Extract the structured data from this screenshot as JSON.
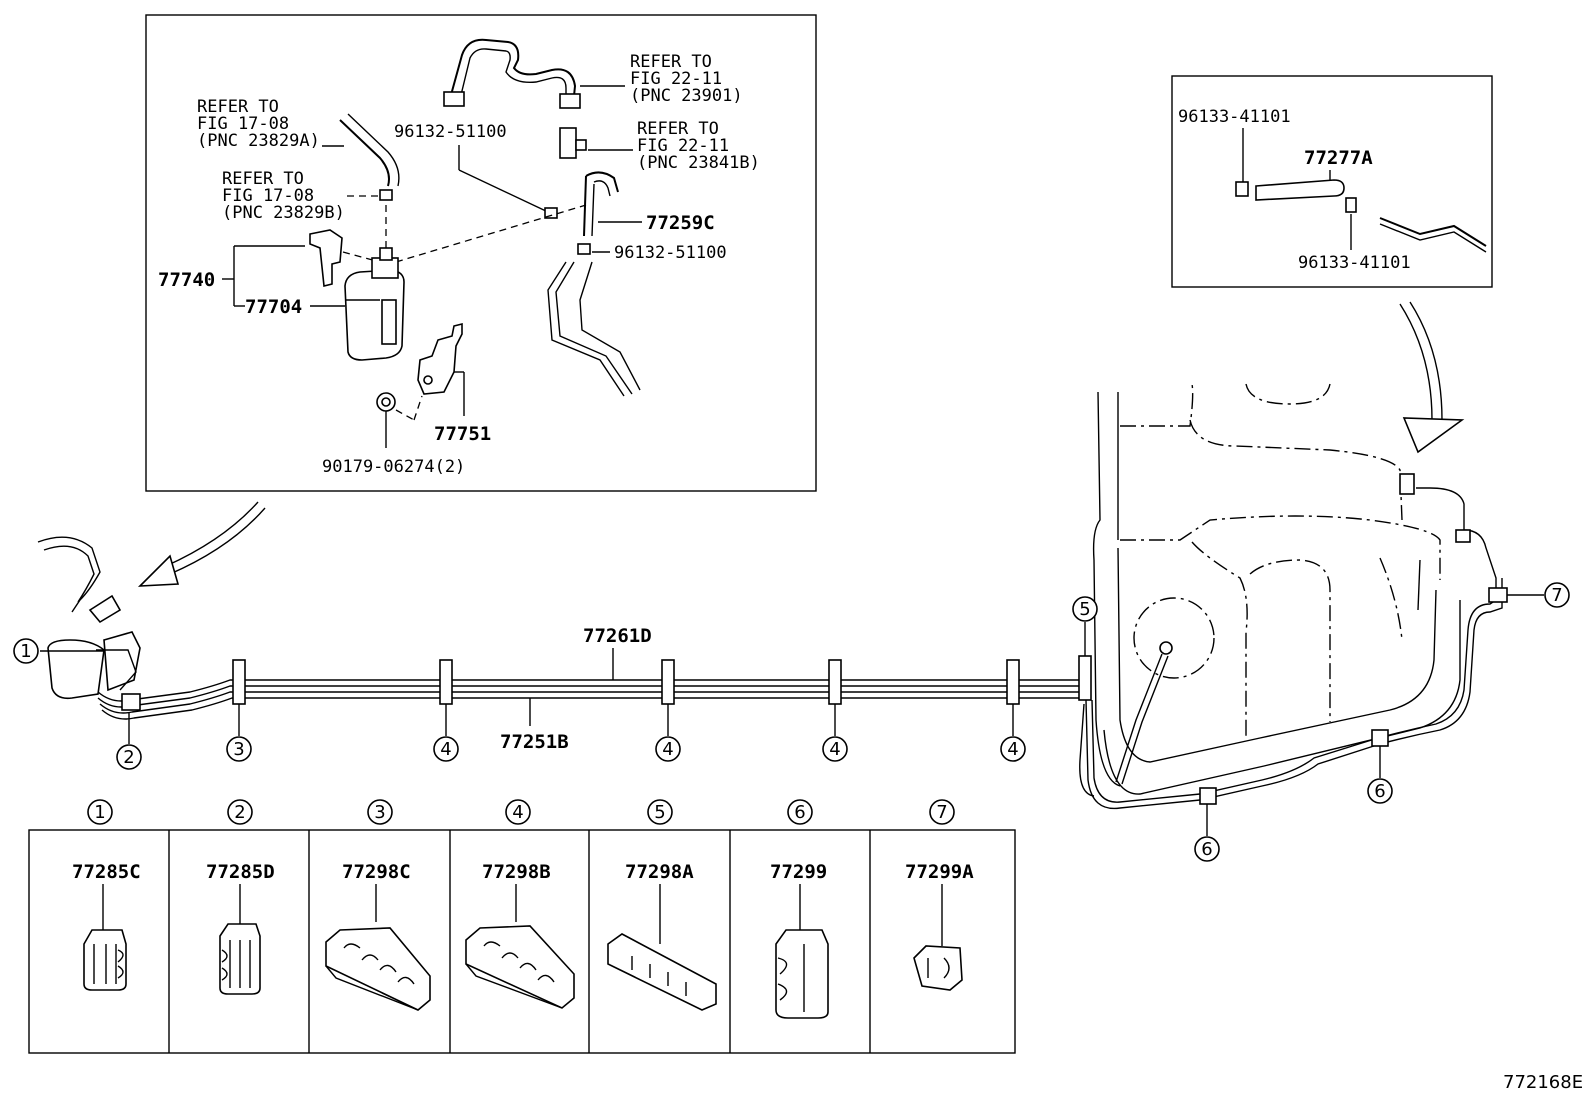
{
  "insets": {
    "main": {
      "refer_a": [
        "REFER TO",
        "FIG 22-11",
        "(PNC 23901)"
      ],
      "refer_b": [
        "REFER TO",
        "FIG 22-11",
        "(PNC 23841B)"
      ],
      "refer_c": [
        "REFER TO",
        "FIG 17-08",
        "(PNC 23829A)"
      ],
      "refer_d": [
        "REFER TO",
        "FIG 17-08",
        "(PNC 23829B)"
      ],
      "p96132_top": "96132-51100",
      "p77259c": "77259C",
      "p96132_bottom": "96132-51100",
      "p77740": "77740",
      "p77704": "77704",
      "p77751": "77751",
      "p90179": "90179-06274(2)"
    },
    "right": {
      "p96133_top": "96133-41101",
      "p77277a": "77277A",
      "p96133_bottom": "96133-41101"
    }
  },
  "main_labels": {
    "p77261d": "77261D",
    "p77251b": "77251B"
  },
  "callouts": {
    "c1": "1",
    "c2": "2",
    "c3": "3",
    "c4": "4",
    "c5": "5",
    "c6": "6",
    "c7": "7"
  },
  "legend": [
    {
      "num": "1",
      "part": "77285C"
    },
    {
      "num": "2",
      "part": "77285D"
    },
    {
      "num": "3",
      "part": "77298C"
    },
    {
      "num": "4",
      "part": "77298B"
    },
    {
      "num": "5",
      "part": "77298A"
    },
    {
      "num": "6",
      "part": "77299"
    },
    {
      "num": "7",
      "part": "77299A"
    }
  ],
  "figure_id": "772168E"
}
